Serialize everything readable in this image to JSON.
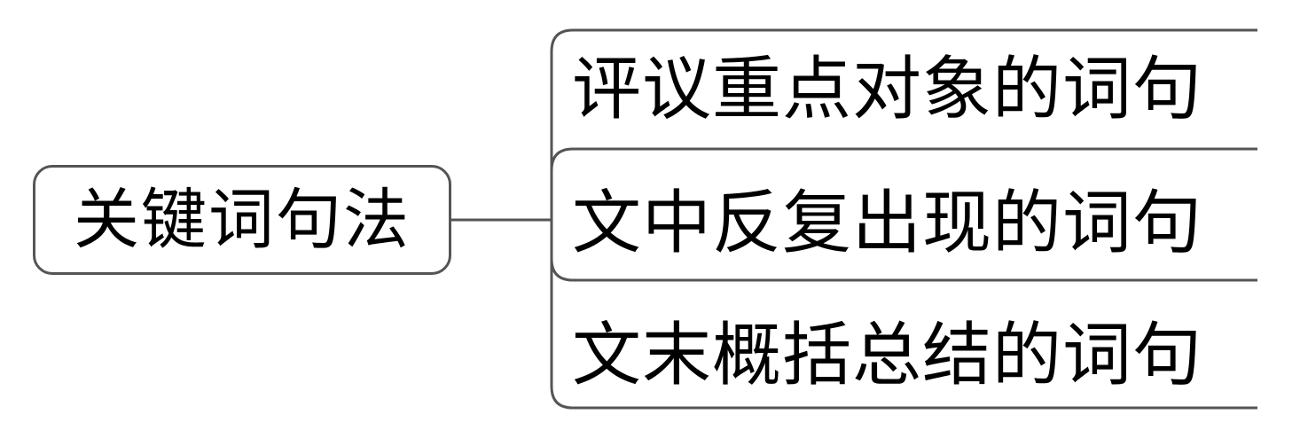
{
  "root": {
    "label": "关键词句法"
  },
  "branches": [
    {
      "label": "评议重点对象的词句"
    },
    {
      "label": "文中反复出现的词句"
    },
    {
      "label": "文末概括总结的词句"
    }
  ],
  "colors": {
    "line": "#555555",
    "text": "#000000",
    "background": "#ffffff"
  }
}
